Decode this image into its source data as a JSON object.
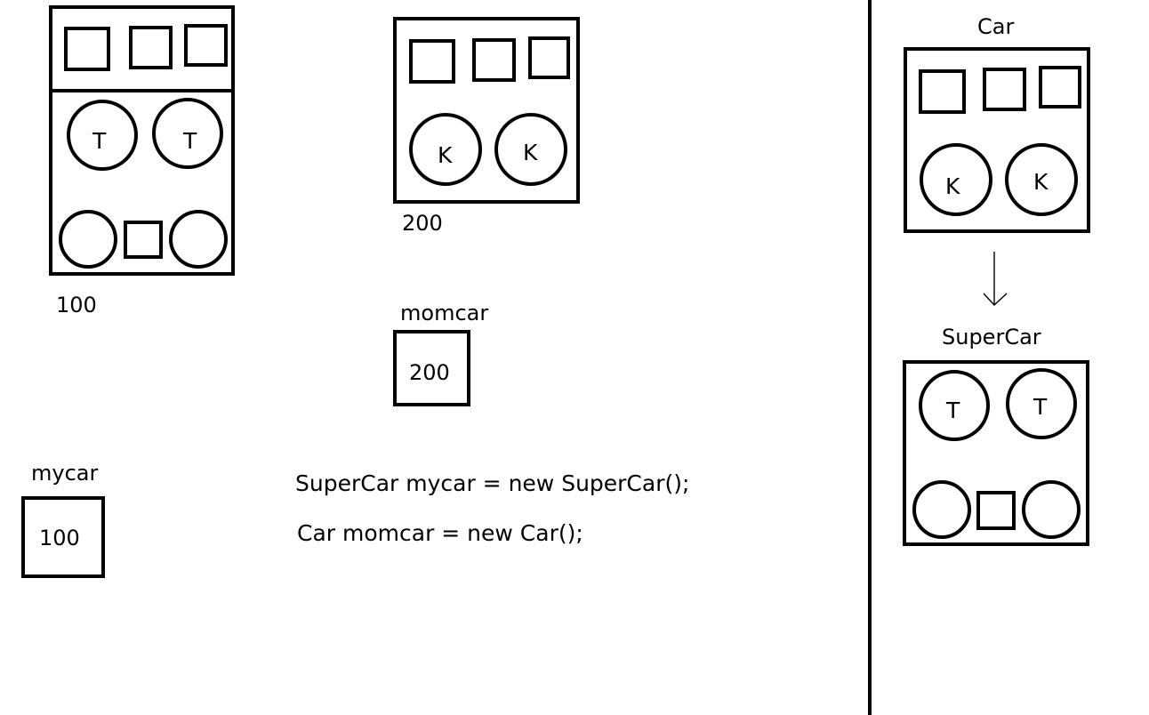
{
  "heap_objects": [
    {
      "address": "100",
      "top_part": "Car",
      "wheel_label": "T"
    },
    {
      "address": "200",
      "wheel_label": "K"
    }
  ],
  "references": [
    {
      "name": "momcar",
      "value": "200"
    },
    {
      "name": "mycar",
      "value": "100"
    }
  ],
  "code_lines": [
    "SuperCar mycar = new SuperCar();",
    "Car momcar = new Car();"
  ],
  "legend": {
    "parent_class": "Car",
    "parent_wheel_label": "K",
    "child_class": "SuperCar",
    "child_wheel_label": "T"
  },
  "colors": {
    "ink": "#000000",
    "background": "#ffffff"
  }
}
